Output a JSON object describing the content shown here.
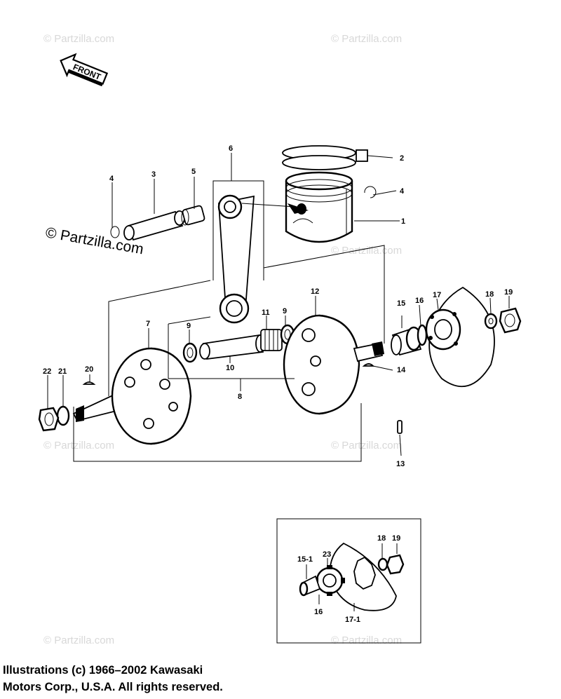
{
  "front_label": "FRONT",
  "watermark": {
    "main": "© Partzilla.com",
    "faint": "© Partzilla.com"
  },
  "callouts": {
    "c1": "1",
    "c2": "2",
    "c3": "3",
    "c4a": "4",
    "c4b": "4",
    "c5": "5",
    "c6": "6",
    "c7": "7",
    "c8": "8",
    "c9a": "9",
    "c9b": "9",
    "c10": "10",
    "c11": "11",
    "c12": "12",
    "c13": "13",
    "c14": "14",
    "c15": "15",
    "c16": "16",
    "c17": "17",
    "c18": "18",
    "c19": "19",
    "c20": "20",
    "c21": "21",
    "c22": "22",
    "i15_1": "15-1",
    "i23": "23",
    "i18": "18",
    "i19": "19",
    "i16": "16",
    "i17_1": "17-1"
  },
  "copyright": {
    "line1": "Illustrations (c) 1966–2002 Kawasaki",
    "line2": "Motors Corp., U.S.A.  All rights reserved."
  }
}
